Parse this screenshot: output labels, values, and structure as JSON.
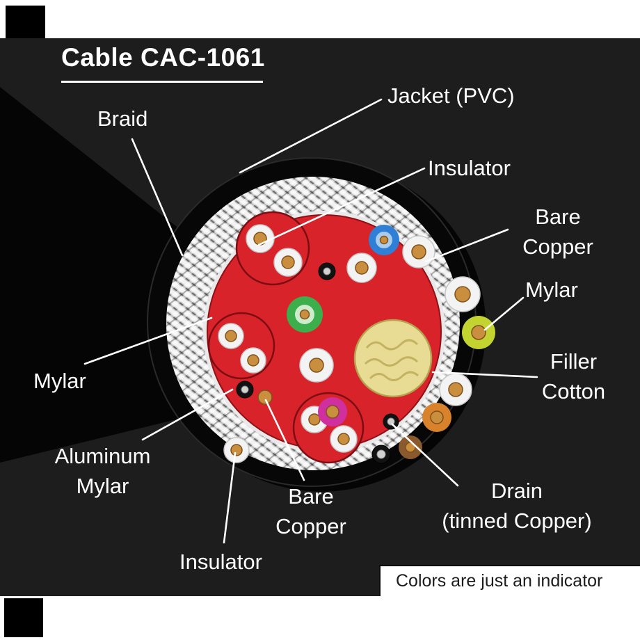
{
  "header": {
    "title": "Cable CAC-1061"
  },
  "labels": {
    "braid": "Braid",
    "jacket": "Jacket (PVC)",
    "insulator_top": "Insulator",
    "bare_copper_right": {
      "line1": "Bare",
      "line2": "Copper"
    },
    "mylar_right": "Mylar",
    "filler_cotton": {
      "line1": "Filler",
      "line2": "Cotton"
    },
    "mylar_left": "Mylar",
    "aluminum_mylar": {
      "line1": "Aluminum",
      "line2": "Mylar"
    },
    "bare_copper_bottom": {
      "line1": "Bare",
      "line2": "Copper"
    },
    "insulator_bottom": "Insulator",
    "drain": {
      "line1": "Drain",
      "line2": "(tinned Copper)"
    }
  },
  "footer": {
    "note": "Colors are just an indicator"
  },
  "colors": {
    "panel_background": "#1d1d1d",
    "jacket_black": "#070707",
    "braid_silver": "#c7c7c7",
    "insulation_red": "#d8232a",
    "copper": "#c98f3f",
    "filler_cotton": "#e8dc94",
    "wire_blue": "#2f7fd6",
    "wire_green": "#3cae4c",
    "wire_yellow_green": "#c3d32f",
    "wire_magenta": "#cf2f9f",
    "wire_orange": "#d9822c",
    "label_text": "#ffffff"
  }
}
